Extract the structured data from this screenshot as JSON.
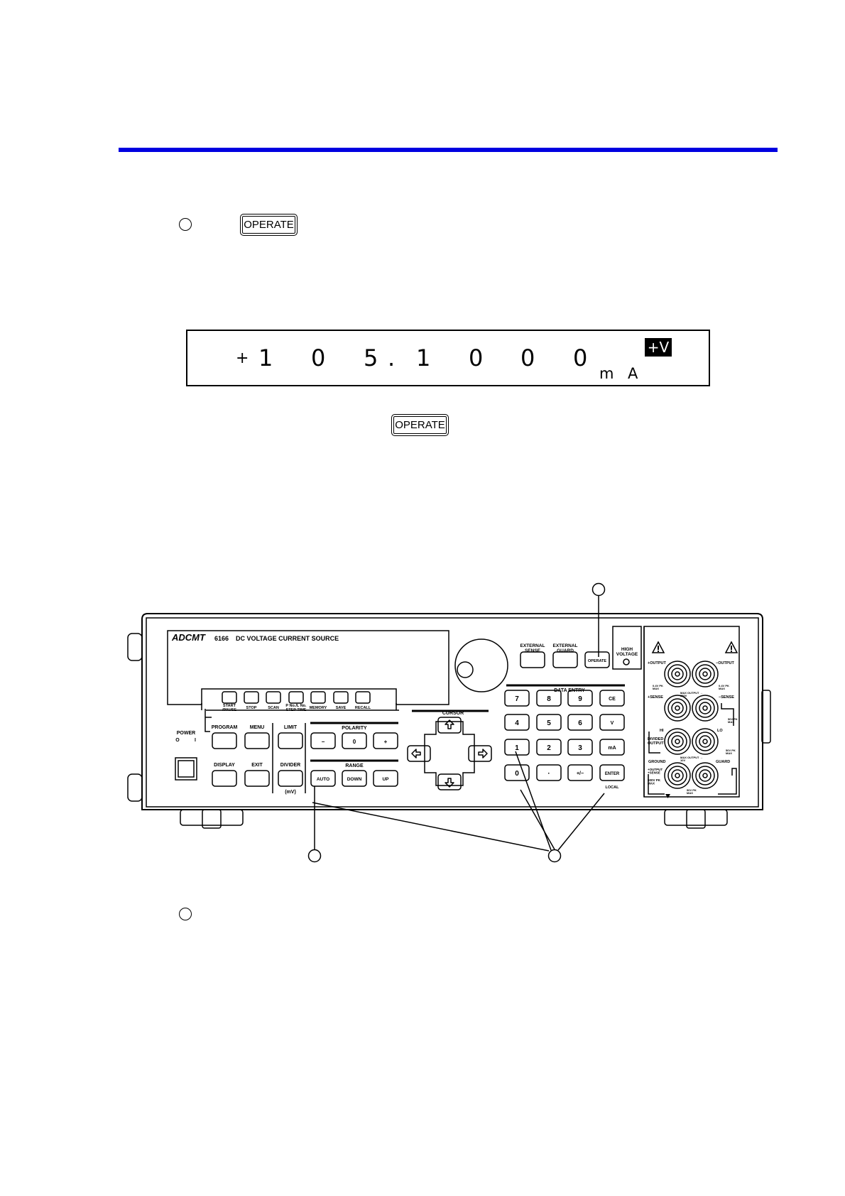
{
  "operate_key_label": "OPERATE",
  "display": {
    "sign": "+",
    "digits": [
      "1",
      "0",
      "5",
      ".",
      "1",
      "0",
      "0",
      "0"
    ],
    "unit": [
      "m",
      "A"
    ],
    "badge": "+V"
  },
  "instrument": {
    "brand": "ADCMT",
    "model": "6166",
    "title": "DC VOLTAGE CURRENT SOURCE",
    "softkeys": [
      "START\n/PAUSE",
      "STOP",
      "SCAN",
      "P No./L No.\nSTEP TIME",
      "MEMORY",
      "SAVE",
      "RECALL"
    ],
    "power_label": "POWER",
    "power_on": "I",
    "power_off": "O",
    "func_keys": {
      "program": "PROGRAM",
      "menu": "MENU",
      "limit": "LIMIT",
      "display": "DISPLAY",
      "exit": "EXIT",
      "divider": "DIVIDER",
      "divider_sub": "(mV)"
    },
    "polarity": {
      "label": "POLARITY",
      "keys": [
        "−",
        "0",
        "+"
      ]
    },
    "range": {
      "label": "RANGE",
      "keys": [
        "AUTO",
        "DOWN",
        "UP"
      ]
    },
    "cursor_label": "CURSOR",
    "external_sense": "EXTERNAL\nSENSE",
    "external_guard": "EXTERNAL\nGUARD",
    "operate": "OPERATE",
    "high_voltage": "HIGH\nVOLTAGE",
    "data_entry": {
      "label": "DATA ENTRY",
      "rows": [
        [
          "7",
          "8",
          "9",
          "CE"
        ],
        [
          "4",
          "5",
          "6",
          "V"
        ],
        [
          "1",
          "2",
          "3",
          "mA"
        ],
        [
          "0",
          "·",
          "+/−",
          "ENTER"
        ]
      ],
      "local": "LOCAL"
    },
    "terminals": {
      "plus_output": "+OUTPUT",
      "minus_output": "−OUTPUT",
      "plus_sense": "+SENSE",
      "minus_sense": "−SENSE",
      "hi": "HI",
      "lo": "LO",
      "divided_output": "DIVIDED\nOUTPUT",
      "ground": "GROUND",
      "guard": "GUARD",
      "pk_left": "0.4V PK\nMAX",
      "pk_right": "0.4V PK\nMAX",
      "max_output_top": "MAX OUTPUT →\n350V",
      "pk_50v_a": "50V PK\nMAX",
      "pk_50v_b": "50V PK\nMAX",
      "max_output_mid": "MAX OUTPUT →\n10V",
      "output_sense": "+OUTPUT\n+SENSE",
      "pk_500v": "500V PK\nMAX",
      "pk_50v_c": "50V PK\nMAX"
    }
  }
}
